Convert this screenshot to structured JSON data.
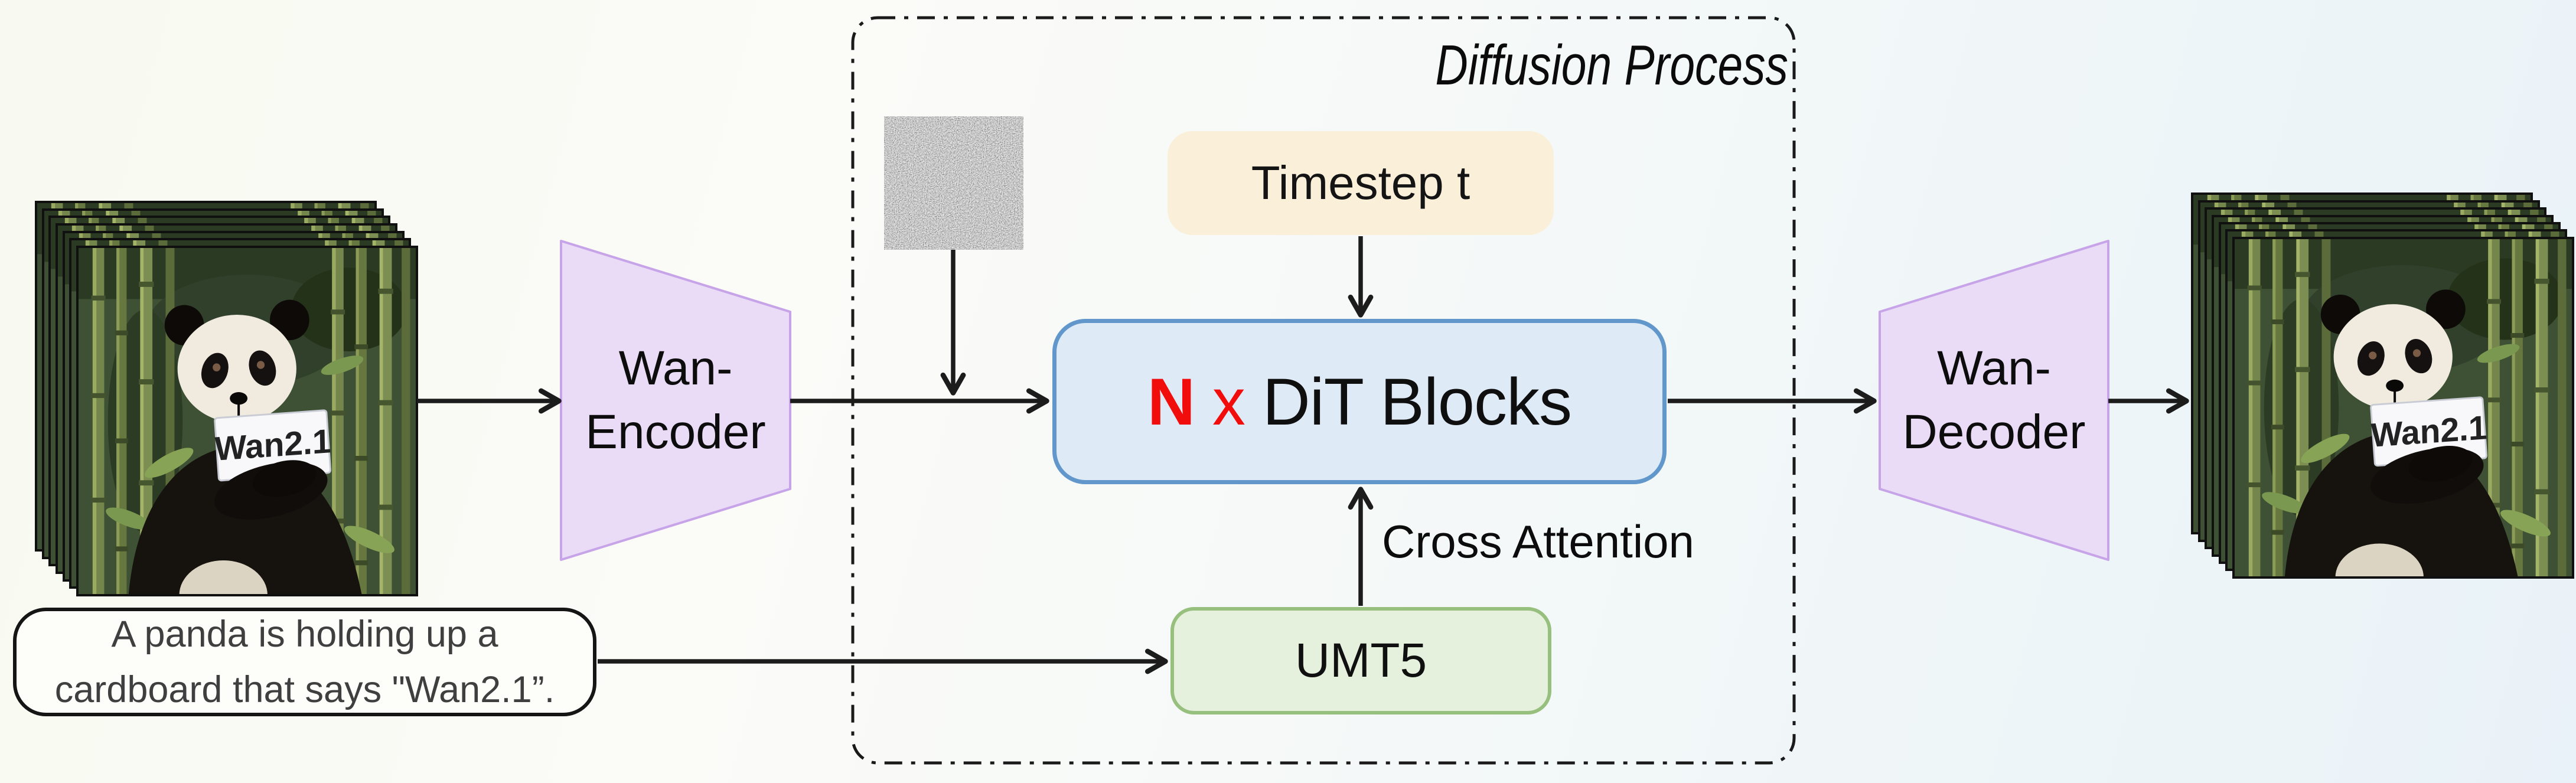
{
  "diffusion_box": {
    "title": "Diffusion Process"
  },
  "timestep": {
    "label": "Timestep t"
  },
  "dit": {
    "n": "N",
    "times": "x",
    "label": "DiT Blocks"
  },
  "cross_attention": {
    "label": "Cross Attention"
  },
  "umt5": {
    "label": "UMT5"
  },
  "encoder": {
    "line1": "Wan-",
    "line2": "Encoder"
  },
  "decoder": {
    "line1": "Wan-",
    "line2": "Decoder"
  },
  "prompt": {
    "line1": "A panda is holding up a",
    "line2": "cardboard that says \"Wan2.1”."
  },
  "video": {
    "sign_text": "Wan2.1"
  },
  "colors": {
    "vae_fill": "#eadcf7",
    "vae_stroke": "#c7a3e8",
    "dit_fill": "#dfeaf7",
    "dit_stroke": "#6197cb",
    "dit_n_red": "#f20d0d",
    "timestep_fill": "#faf0da",
    "umt5_fill": "#e5f0dd",
    "umt5_stroke": "#97bf7e",
    "prompt_border": "#151515"
  }
}
